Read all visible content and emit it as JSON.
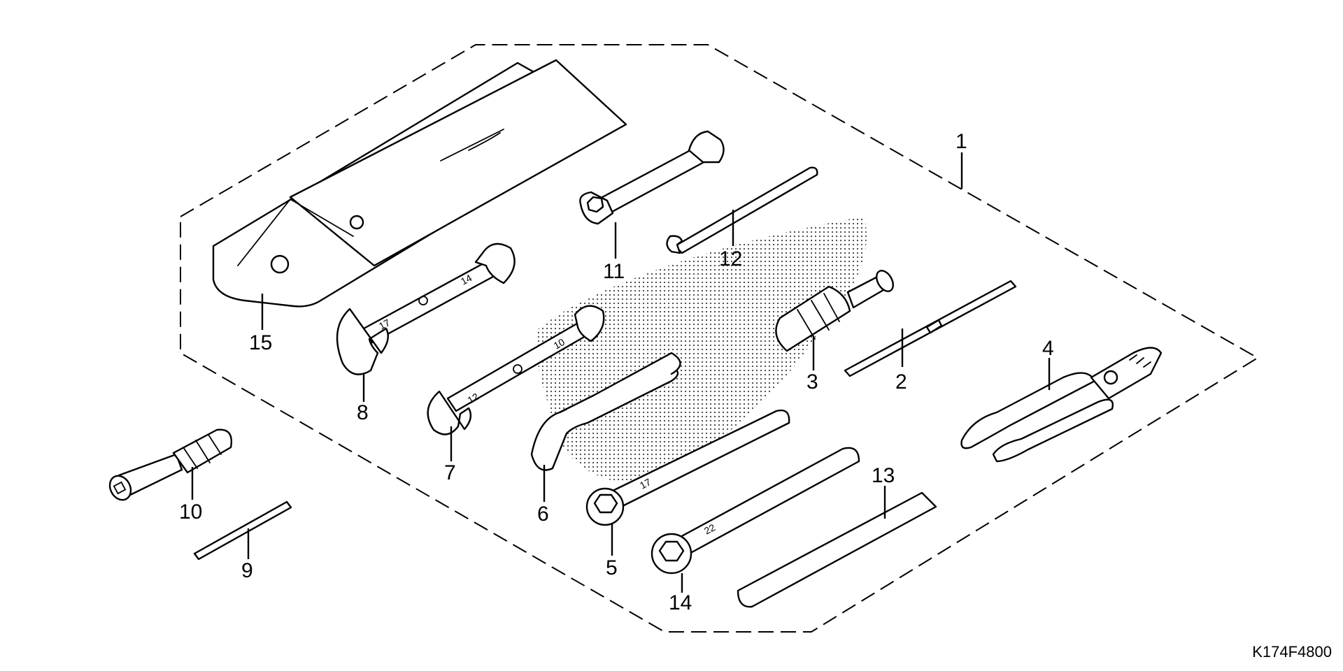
{
  "reference_code": "K174F4800",
  "callouts": [
    {
      "number": "1"
    },
    {
      "number": "2"
    },
    {
      "number": "3"
    },
    {
      "number": "4"
    },
    {
      "number": "5"
    },
    {
      "number": "6"
    },
    {
      "number": "7"
    },
    {
      "number": "8"
    },
    {
      "number": "9"
    },
    {
      "number": "10"
    },
    {
      "number": "11"
    },
    {
      "number": "12"
    },
    {
      "number": "13"
    },
    {
      "number": "14"
    },
    {
      "number": "15"
    }
  ],
  "wrench_markings": {
    "wrench_8_a": "14",
    "wrench_8_b": "17",
    "wrench_7_a": "10",
    "wrench_7_b": "12",
    "wrench_5": "17",
    "wrench_14": "22"
  }
}
